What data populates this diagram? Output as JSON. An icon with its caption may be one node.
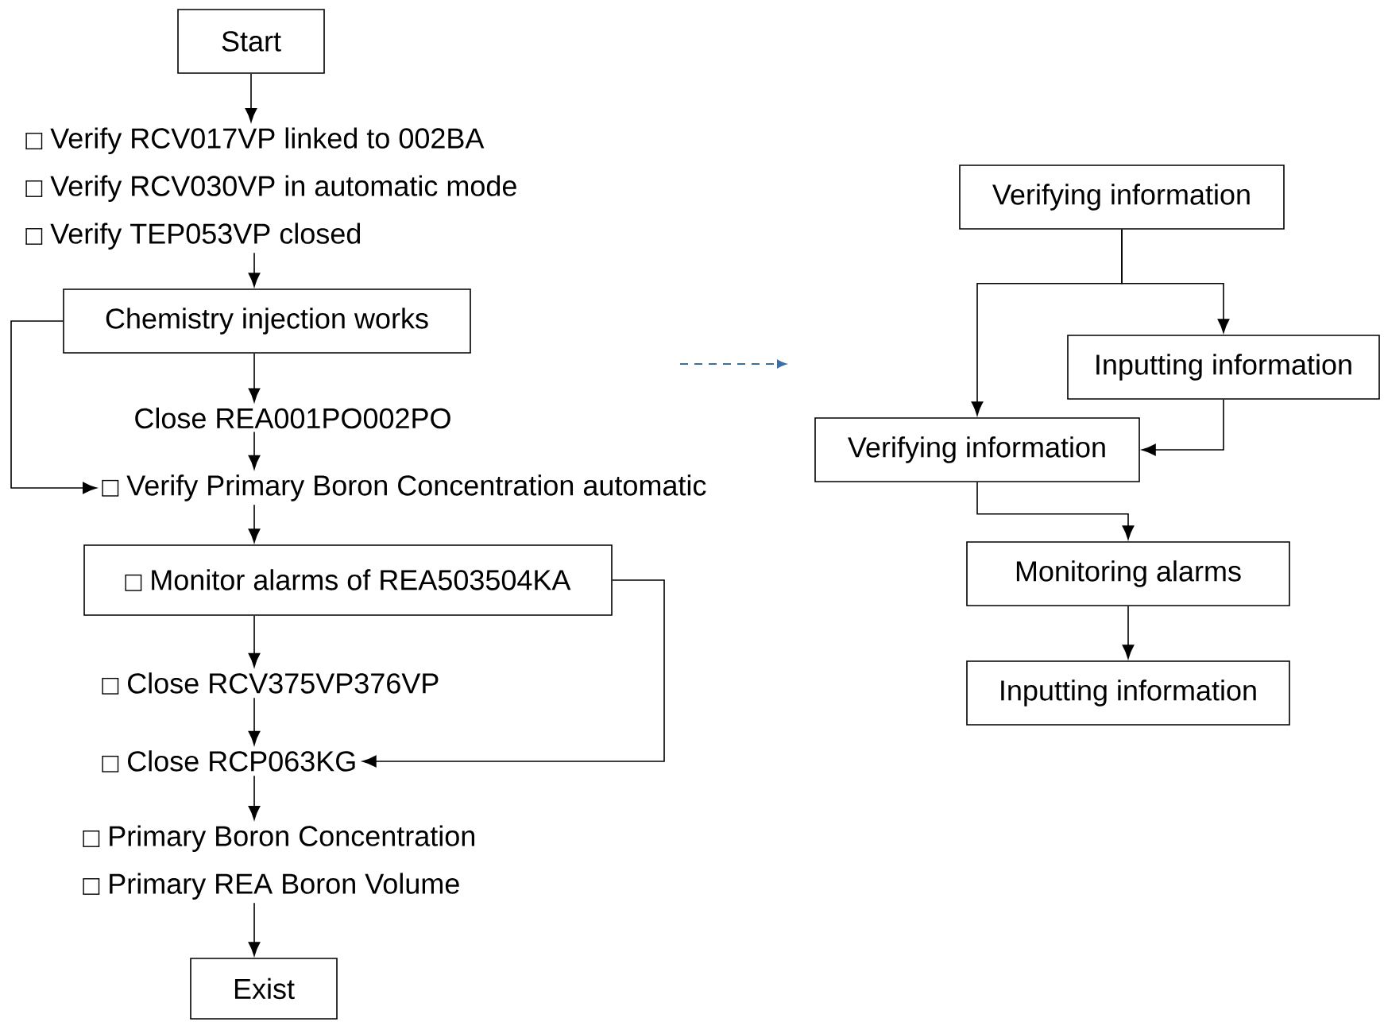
{
  "diagram": {
    "nodes": [
      {
        "text": [
          "Start"
        ]
      },
      {
        "text": [
          "Verify RCV017VP linked to 002BA",
          "Verify RCV030VP in automatic mode",
          "Verify TEP053VP closed"
        ]
      },
      {
        "text": [
          "Chemistry injection works"
        ]
      },
      {
        "text": [
          "Close REA001PO002PO"
        ]
      },
      {
        "text": [
          "Verify Primary Boron Concentration automatic"
        ]
      },
      {
        "text": [
          "Monitor alarms of REA503504KA"
        ]
      },
      {
        "text": [
          "Close RCV375VP376VP"
        ]
      },
      {
        "text": [
          "Close RCP063KG"
        ]
      },
      {
        "text": [
          "Primary Boron Concentration",
          "Primary REA Boron Volume"
        ]
      },
      {
        "text": [
          "Exist"
        ]
      },
      {
        "text": [
          "Verifying information"
        ]
      },
      {
        "text": [
          "Inputting information"
        ]
      },
      {
        "text": [
          "Verifying information"
        ]
      },
      {
        "text": [
          "Monitoring alarms"
        ]
      },
      {
        "text": [
          "Inputting information"
        ]
      }
    ],
    "edges": [
      {
        "from": 0,
        "to": 1,
        "arrow": "to"
      },
      {
        "from": 1,
        "to": 2,
        "arrow": "to"
      },
      {
        "from": 2,
        "to": 3,
        "arrow": "to"
      },
      {
        "from": 3,
        "to": 4,
        "arrow": "to"
      },
      {
        "from": 2,
        "to": 4,
        "arrow": "to"
      },
      {
        "from": 4,
        "to": 5,
        "arrow": "to"
      },
      {
        "from": 5,
        "to": 6,
        "arrow": "to"
      },
      {
        "from": 6,
        "to": 7,
        "arrow": "to"
      },
      {
        "from": 5,
        "to": 7,
        "arrow": "to"
      },
      {
        "from": 7,
        "to": 8,
        "arrow": "to"
      },
      {
        "from": 8,
        "to": 9,
        "arrow": "to"
      },
      {
        "from": 10,
        "to": 11,
        "arrow": "to"
      },
      {
        "from": 10,
        "to": 12,
        "arrow": "to"
      },
      {
        "from": 11,
        "to": 12,
        "arrow": "to"
      },
      {
        "from": 12,
        "to": 13,
        "arrow": "to"
      },
      {
        "from": 13,
        "to": 14,
        "arrow": "to"
      }
    ]
  }
}
